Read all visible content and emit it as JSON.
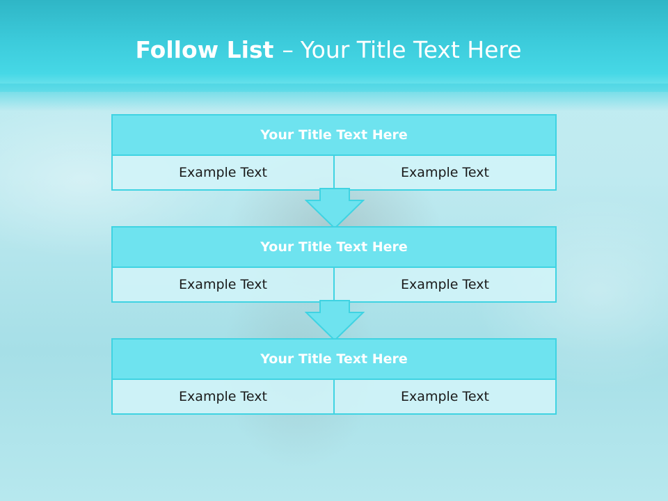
{
  "slide": {
    "title_bold": "Follow List",
    "title_separator": "–",
    "title_rest": "Your Title Text Here"
  },
  "steps": [
    {
      "title": "Your Title Text Here",
      "left": "Example Text",
      "right": "Example Text"
    },
    {
      "title": "Your Title Text Here",
      "left": "Example Text",
      "right": "Example Text"
    },
    {
      "title": "Your Title Text Here",
      "left": "Example Text",
      "right": "Example Text"
    }
  ],
  "colors": {
    "header": "#3ccbdb",
    "block_head": "#6ee3ef",
    "block_border": "#3fd3e2",
    "cell_bg": "#d2f4f8",
    "arrow_fill": "#6ee3ef"
  },
  "connectors": [
    "down-arrow",
    "down-arrow"
  ]
}
